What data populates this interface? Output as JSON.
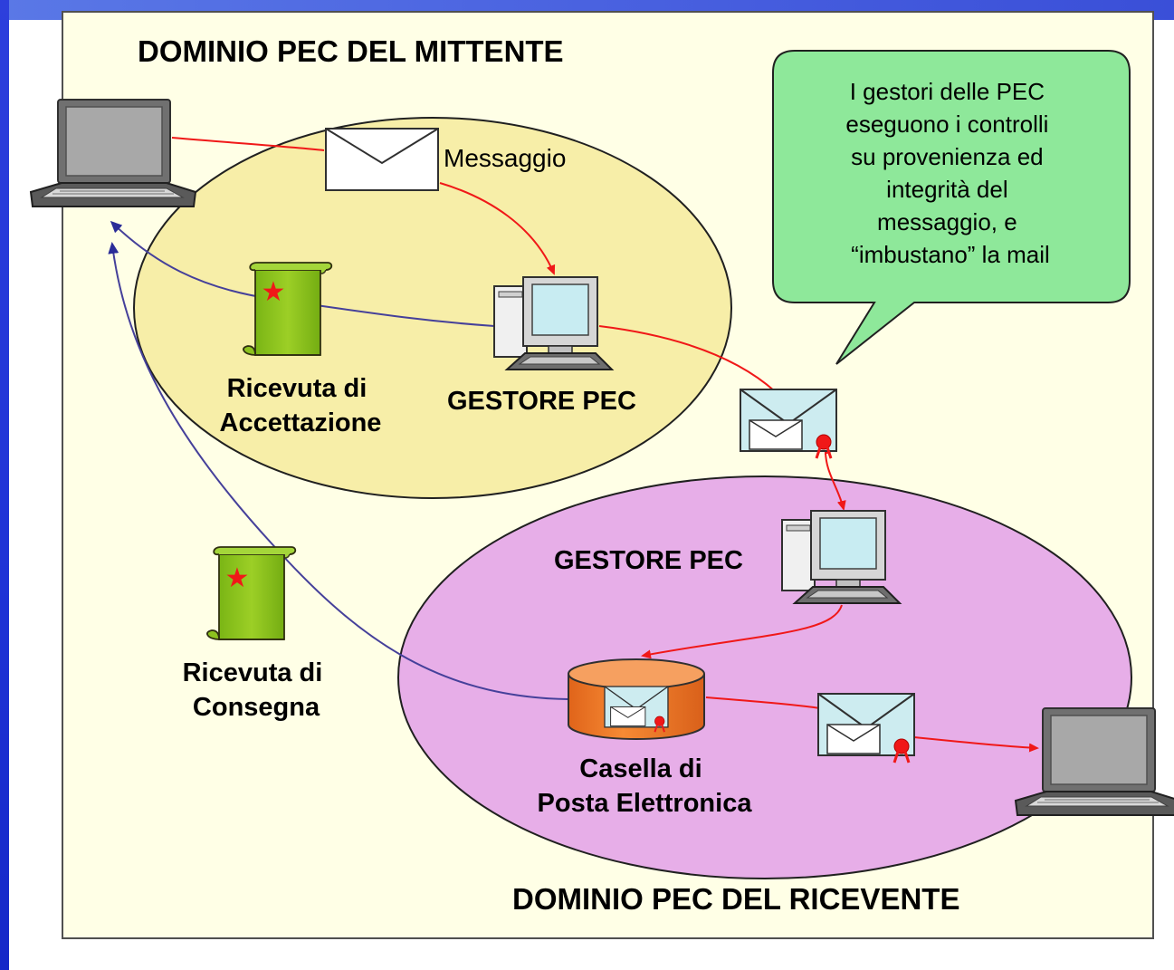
{
  "diagram": {
    "sender_domain_title": "DOMINIO PEC DEL MITTENTE",
    "receiver_domain_title": "DOMINIO PEC DEL RICEVENTE",
    "message_label": "Messaggio",
    "sender_gestore_label": "GESTORE PEC",
    "receiver_gestore_label": "GESTORE PEC",
    "acceptance_receipt_label_1": "Ricevuta di",
    "acceptance_receipt_label_2": "Accettazione",
    "delivery_receipt_label_1": "Ricevuta di",
    "delivery_receipt_label_2": "Consegna",
    "mailbox_label_1": "Casella di",
    "mailbox_label_2": "Posta Elettronica",
    "callout_lines": [
      "I gestori delle PEC",
      "eseguono i controlli",
      "su provenienza ed",
      "integrità del",
      "messaggio, e",
      "“imbustano” la mail"
    ]
  },
  "colors": {
    "sender_ellipse": "#f7eea8",
    "receiver_ellipse": "#e7aee8",
    "callout": "#8ee89a",
    "scroll": "#8dc21f",
    "envelope_pec": "#cdecf0",
    "mailbox": "#f07a22",
    "red_flow": "#f01818",
    "blue_flow": "#45409a"
  },
  "icons": {
    "sender_laptop": "laptop-icon",
    "receiver_laptop": "laptop-icon",
    "server": "desktop-computer-icon",
    "envelope": "envelope-icon",
    "receipt": "scroll-icon",
    "mailbox": "database-cylinder-icon"
  }
}
